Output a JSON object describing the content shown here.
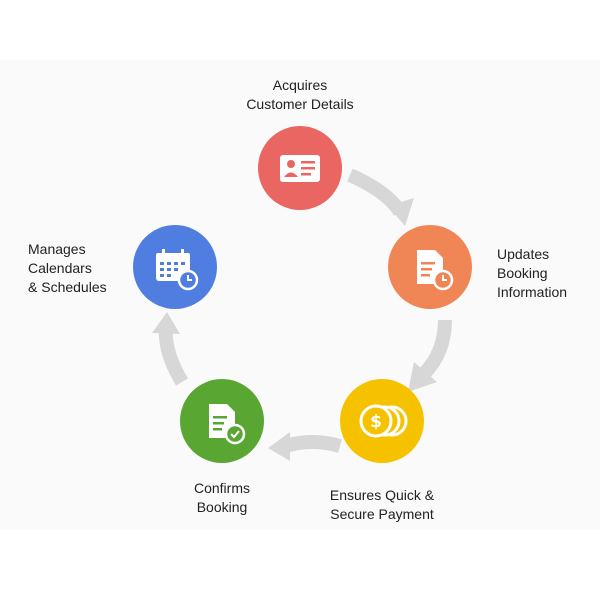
{
  "steps": [
    {
      "label": "Acquires\nCustomer Details",
      "color": "#e96663",
      "icon": "id-card-icon"
    },
    {
      "label": "Updates\nBooking\nInformation",
      "color": "#f08656",
      "icon": "document-clock-icon"
    },
    {
      "label": "Ensures Quick &\nSecure Payment",
      "color": "#f6c200",
      "icon": "coins-icon"
    },
    {
      "label": "Confirms\nBooking",
      "color": "#5aa633",
      "icon": "document-check-icon"
    },
    {
      "label": "Manages\nCalendars\n&  Schedules",
      "color": "#4f7ee0",
      "icon": "calendar-clock-icon"
    }
  ],
  "arrow_color": "#d7d7d7"
}
